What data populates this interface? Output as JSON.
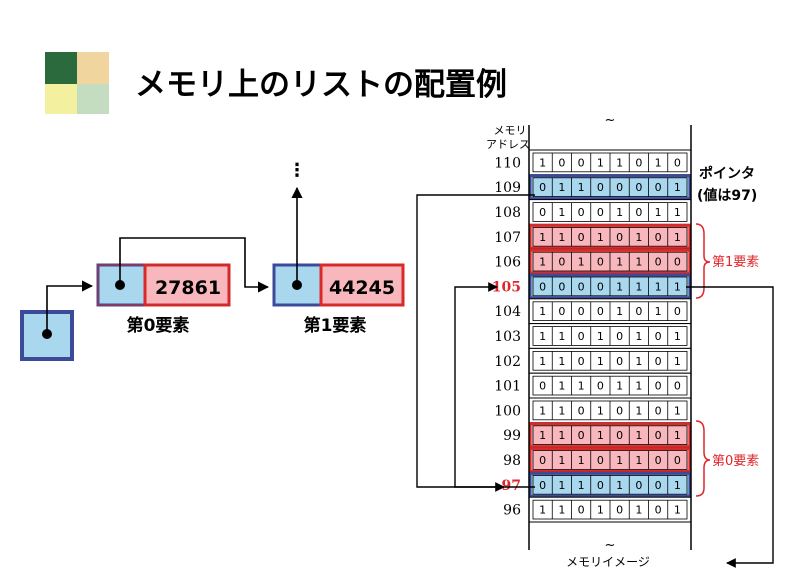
{
  "title": "メモリ上のリストの配置例",
  "logo_colors": [
    "#2b6a3d",
    "#f0d59e",
    "#f3f0a0",
    "#c4dcc0"
  ],
  "colors": {
    "ptr_fill": "#a9d8ee",
    "ptr_stroke": "#3c4a9a",
    "data_fill": "#f7b7bd",
    "data_stroke": "#d92a2a",
    "red_text": "#e0262b",
    "brace": "#e0262b"
  },
  "list_view": {
    "head_pointer_icon": "pointer-box",
    "continuation": "⋮",
    "nodes": [
      {
        "label": "第0要素",
        "value": "27861"
      },
      {
        "label": "第1要素",
        "value": "44245"
      }
    ]
  },
  "memory": {
    "header_line1": "メモリ",
    "header_line2": "アドレス",
    "break_mark": "~",
    "footer": "メモリイメージ",
    "rows": [
      {
        "addr": "110",
        "bits": "10011010",
        "type": "plain"
      },
      {
        "addr": "109",
        "bits": "01100001",
        "type": "ptr"
      },
      {
        "addr": "108",
        "bits": "01001011",
        "type": "plain"
      },
      {
        "addr": "107",
        "bits": "11010101",
        "type": "data"
      },
      {
        "addr": "106",
        "bits": "10101100",
        "type": "data"
      },
      {
        "addr": "105",
        "bits": "00001111",
        "type": "ptr",
        "highlight": true
      },
      {
        "addr": "104",
        "bits": "10001010",
        "type": "plain"
      },
      {
        "addr": "103",
        "bits": "11010101",
        "type": "plain"
      },
      {
        "addr": "102",
        "bits": "11010101",
        "type": "plain"
      },
      {
        "addr": "101",
        "bits": "01101100",
        "type": "plain"
      },
      {
        "addr": "100",
        "bits": "11010101",
        "type": "plain"
      },
      {
        "addr": "99",
        "bits": "11010101",
        "type": "data"
      },
      {
        "addr": "98",
        "bits": "01101100",
        "type": "data"
      },
      {
        "addr": "97",
        "bits": "01101001",
        "type": "ptr",
        "highlight": true
      },
      {
        "addr": "96",
        "bits": "11010101",
        "type": "plain"
      }
    ]
  },
  "annotations": {
    "pointer_label_line1": "ポインタ",
    "pointer_label_line2": "(値は97)",
    "element1": "第1要素",
    "element0": "第0要素"
  }
}
